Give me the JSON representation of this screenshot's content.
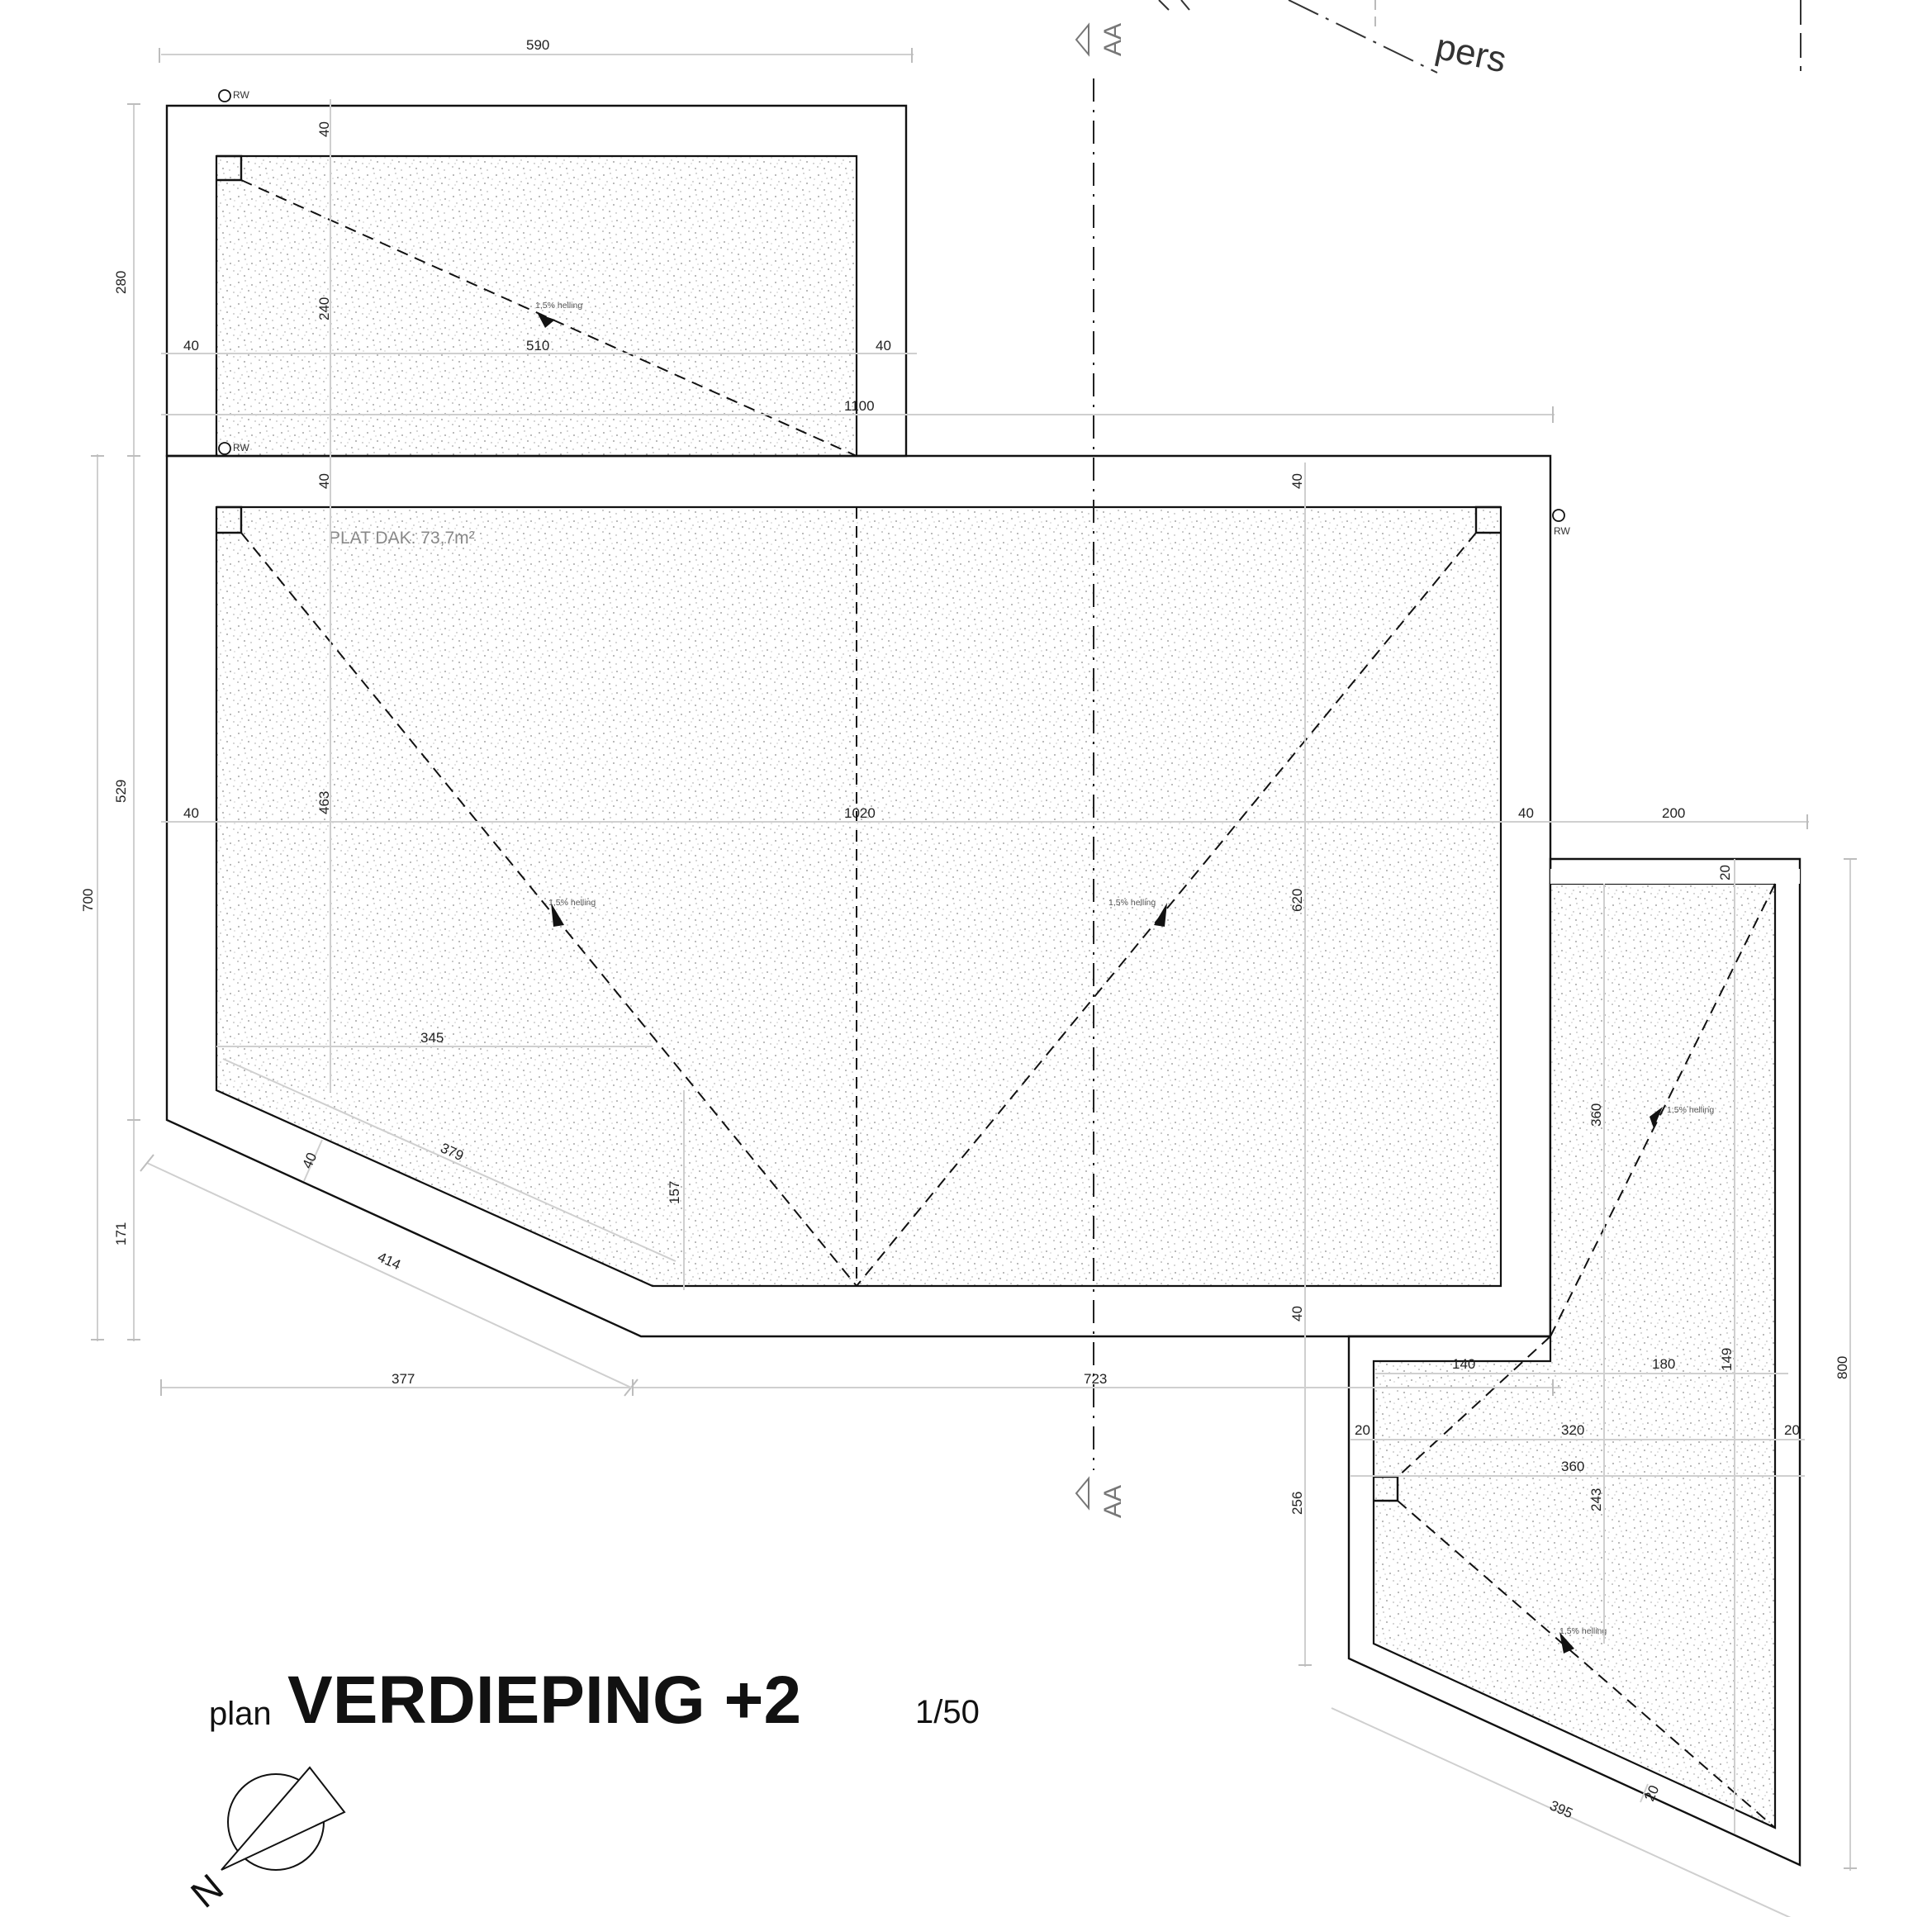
{
  "drawing": {
    "title_prefix": "plan",
    "title": "VERDIEPING +2",
    "scale": "1/50",
    "roof_area": "PLAT DAK: 73,7m²",
    "section_label": "AA",
    "perspective_fragment": "pers",
    "drain_label": "RW",
    "slope_label": "1,5% helling",
    "north_label": "N"
  },
  "dimensions": {
    "top_total": "590",
    "left_280": "280",
    "left_529": "529",
    "left_700": "700",
    "left_171": "171",
    "v_40_top": "40",
    "v_240": "240",
    "v_40_mid": "40",
    "v_463": "463",
    "row1_left": "40",
    "row1_mid": "510",
    "row1_right": "40",
    "total_1100": "1100",
    "mid_left": "40",
    "mid_1020": "1020",
    "mid_right": "40",
    "mid_200": "200",
    "r_40_top": "40",
    "r_620": "620",
    "r_40_bottom": "40",
    "d_345": "345",
    "d_379": "379",
    "d_40_diag": "40",
    "d_414": "414",
    "d_157": "157",
    "b_377": "377",
    "b_723": "723",
    "b_256": "256",
    "e_20_top": "20",
    "e_360": "360",
    "e_140": "140",
    "e_180": "180",
    "e_149": "149",
    "e_20_left": "20",
    "e_320": "320",
    "e_20_right": "20",
    "e_360_b": "360",
    "e_243": "243",
    "e_800": "800",
    "e_395": "395",
    "e_20_diag": "20"
  }
}
